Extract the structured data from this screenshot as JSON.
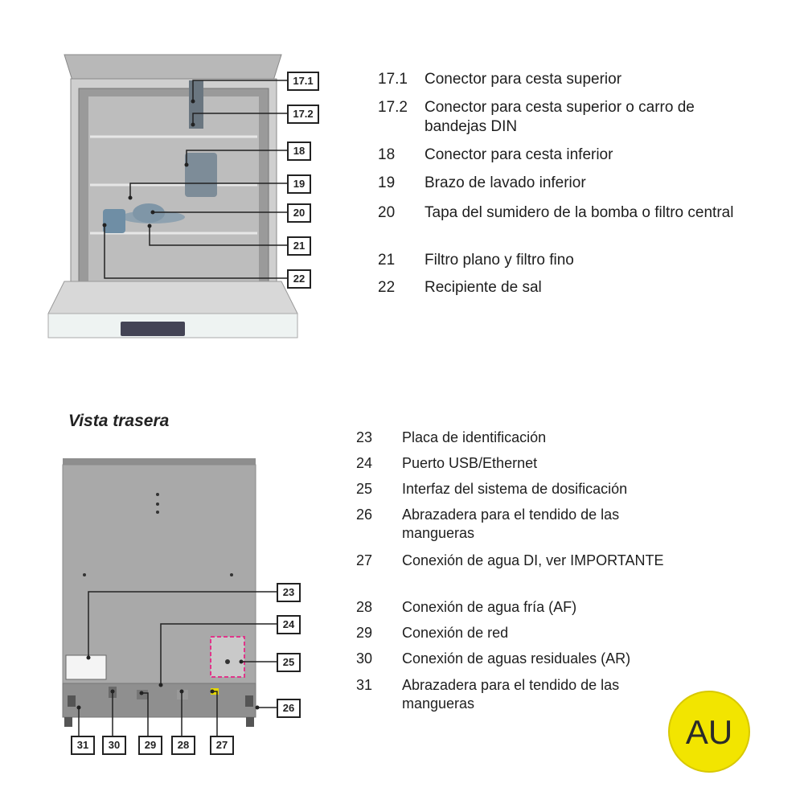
{
  "front_callouts": [
    "17.1",
    "17.2",
    "18",
    "19",
    "20",
    "21",
    "22"
  ],
  "legend_top": [
    {
      "num": "17.1",
      "text": "Conector para cesta superior"
    },
    {
      "num": "17.2",
      "text": "Conector para cesta superior o carro de bandejas DIN"
    },
    {
      "num": "18",
      "text": "Conector para cesta inferior"
    },
    {
      "num": "19",
      "text": "Brazo de lavado inferior"
    },
    {
      "num": "20",
      "text": "Tapa del sumidero de la bomba o filtro central"
    },
    {
      "num": "21",
      "text": "Filtro plano y filtro fino"
    },
    {
      "num": "22",
      "text": "Recipiente de sal"
    }
  ],
  "rear_title": "Vista trasera",
  "rear_callouts": [
    "23",
    "24",
    "25",
    "26",
    "27",
    "28",
    "29",
    "30",
    "31"
  ],
  "legend_bottom": [
    {
      "num": "23",
      "text": "Placa de identificación"
    },
    {
      "num": "24",
      "text": "Puerto USB/Ethernet"
    },
    {
      "num": "25",
      "text": "Interfaz del sistema de dosificación"
    },
    {
      "num": "26",
      "text": "Abrazadera para el tendido de las mangueras"
    },
    {
      "num": "27",
      "text": "Conexión de agua DI, ver IMPORTANTE"
    },
    {
      "num": "28",
      "text": "Conexión de agua fría (AF)"
    },
    {
      "num": "29",
      "text": "Conexión de red"
    },
    {
      "num": "30",
      "text": "Conexión de aguas residuales (AR)"
    },
    {
      "num": "31",
      "text": "Abrazadera para el tendido de las mangueras"
    }
  ],
  "logo_text": "AU",
  "colors": {
    "logo_yellow": "#f2e500",
    "highlight_pink": "#e0358a"
  }
}
